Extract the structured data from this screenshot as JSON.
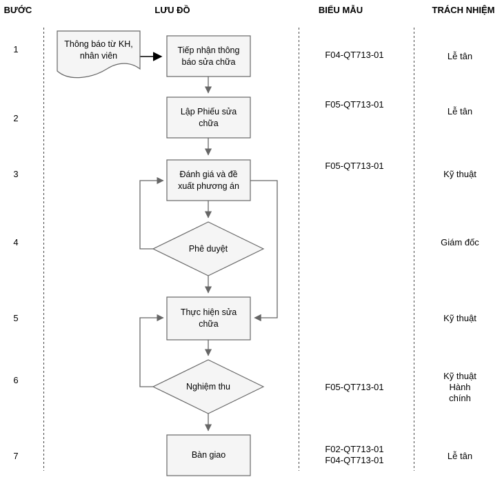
{
  "header": {
    "step": "BƯỚC",
    "flow": "LƯU ĐỒ",
    "form": "BIỂU MẪU",
    "responsibility": "TRÁCH NHIỆM"
  },
  "rows": [
    {
      "step": "1",
      "form": "F04-QT713-01",
      "responsibility": "Lễ tân"
    },
    {
      "step": "2",
      "form": "F05-QT713-01",
      "responsibility": "Lễ tân"
    },
    {
      "step": "3",
      "form": "F05-QT713-01",
      "responsibility": "Kỹ thuật"
    },
    {
      "step": "4",
      "form": "",
      "responsibility": "Giám đốc"
    },
    {
      "step": "5",
      "form": "",
      "responsibility": "Kỹ thuật"
    },
    {
      "step": "6",
      "form": "F05-QT713-01",
      "responsibility": "Kỹ thuật\nHành chính"
    },
    {
      "step": "7",
      "form": "F02-QT713-01\nF04-QT713-01",
      "responsibility": "Lễ tân"
    }
  ],
  "nodes": {
    "source_document": {
      "shape": "document",
      "label": "Thông báo từ KH,\nnhân viên"
    },
    "receive": {
      "shape": "process",
      "label": "Tiếp nhận thông\nbáo sửa chữa"
    },
    "create_ticket": {
      "shape": "process",
      "label": "Lập Phiếu sửa\nchữa"
    },
    "evaluate": {
      "shape": "process",
      "label": "Đánh giá và đề\nxuất phương án"
    },
    "approve": {
      "shape": "decision",
      "label": "Phê duyệt"
    },
    "repair": {
      "shape": "process",
      "label": "Thực hiện sửa\nchữa"
    },
    "acceptance": {
      "shape": "decision",
      "label": "Nghiệm thu"
    },
    "handover": {
      "shape": "process",
      "label": "Bàn giao"
    }
  },
  "theme": {
    "node_fill": "#F5F5F5",
    "node_stroke": "#666666",
    "connector": "#666666",
    "primary_arrow": "#000000",
    "divider": "#444444",
    "text": "#000000"
  }
}
